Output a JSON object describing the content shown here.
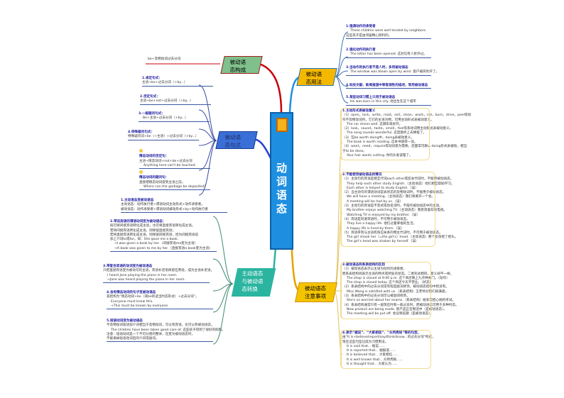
{
  "center": {
    "title": "动词语态",
    "icon": "book-icon"
  },
  "nodes": {
    "composition": {
      "label": "被动语态构成",
      "color": "#7fc08c",
      "detail": "be+及物动词过去分词"
    },
    "sentence": {
      "label": "被动语态句式",
      "color": "#3a6fd8"
    },
    "usage": {
      "label": "被动语态用法",
      "color": "#f5b800"
    },
    "notes": {
      "label": "被动语态注意事项",
      "color": "#f5c400"
    },
    "convert": {
      "label": "主动语态与被动语态转换",
      "color": "#2bb5a0"
    }
  },
  "sentence_items": [
    {
      "title": "1.肯定句式：",
      "lines": [
        "主语+be+过去分词（+by...）"
      ]
    },
    {
      "title": "2.否定句式：",
      "lines": [
        "主语+be+not+过去分词（+by...）"
      ]
    },
    {
      "title": "3.一般疑问句式：",
      "lines": [
        "Be+主语+过去分词（+by...）"
      ]
    },
    {
      "title": "4.特殊疑问句式：",
      "lines": [
        "特殊疑问词+be（+主语）+过去分词（+by...）"
      ]
    },
    {
      "title": "情态动词的否定句：",
      "lines": [
        "主语+情态动词+not+be+过去分词",
        "Anything here can't be touched."
      ]
    },
    {
      "title": "情态动词的疑问句：",
      "lines": [
        "直接把情态动词提到主语之前。",
        "Where can the garbage be deposited?"
      ]
    }
  ],
  "usage_items": [
    {
      "title": "1.强调动作的承受者",
      "lines": [
        "These children were well tended by neighbors.",
        "这些孩子是由邻居精心照料的。"
      ]
    },
    {
      "title": "2.强化动作的执行者",
      "lines": [
        "The letter has been opened. 这封信有人拆开过。"
      ]
    },
    {
      "title": "3.当动作的执行者不是人时，多用被动语态",
      "lines": [
        "The window was blown open by wind. 窗户被风吹开了。"
      ]
    },
    {
      "title": "4.科技文献、新闻报道中等客观性的描述，常用被动语态",
      "lines": []
    },
    {
      "title": "5.某些动词习惯上只用于被动语态",
      "lines": [
        "He was born in this city. 他出生在这个城市"
      ]
    }
  ],
  "notes_items": [
    {
      "title": "1.主动形式表被动意义",
      "lines": [
        "（1）open，lock，write，read，sell，clean，wash，cut，burn，drive，peel等动",
        "作不及物动词时，它们的主语为物，可用主动形式表被动意义。",
        "The car drives well. 这辆车很好开。",
        "（2）look，sound，taste，smell，feel等系动词用主动形式表被动意义。",
        "The song sounds wonderful. 这首歌听上去棒极了。",
        "（3）在be worth doing中，doing表被动意义。",
        "The book is worth reading. 这本书值得一读。",
        "（4）want，need，require等动词意为需要，后面常可跟v.-doing形式表被动，相当",
        "于to be done。",
        "Your hair wants cutting. 你的头发该理了。"
      ]
    },
    {
      "title": "2.不能使用被动语态的情况",
      "lines": [
        "（1）主动句的宾语是相互代词each other或反身代词时，不能转被动语态。",
        "They help each other study English.（主动语态）他们相互帮助学习。",
        "Each other is helped to study English.（误）",
        "（2）当主动句的谓语动词是表状态的及物动词时，不能用于被动语态。",
        "We will have a meeting.（主动语态）我们将要开一个会。",
        "A meeting will be had by us.（误）",
        "（3）主动句的宾语是不定式或动名词时，不能作被动语态中的主语。",
        "My brother enjoys watching TV.（主动语态）我弟弟喜欢看电视。",
        "Watching TV is enjoyed by my brother.（误）",
        "（4）宾语是同源宾语时，不可用于被动语态。",
        "They live a happy life. 他们过着幸福的生活。",
        "A happy life is lived by them.（误）",
        "（5）宾语带有与主语有照应关系的物主代词时，不可用于被动语态。",
        "The girl shook her（=the girl's）head.（主动语态）那个女孩摇了摇头。",
        "The girl's head was shaken by herself.（误）"
      ]
    },
    {
      "title": "3.被动语态和系表结构的区别",
      "lines": [
        "（1）被动语态表示以主语为动作的承受者，",
        "而系表结构则表示主语的特点或所处的状态。二者形式相同，意义却不一样。",
        "The shop is closed at 9:00 p.m. 这个商店晚上九点钟关门。（动作）",
        "The shop is closed today. 这个商店今天不营业。（状态）",
        "（2）系表结构中的过去分词常有程度副词修饰，被动语态结构中则没有。",
        "Miss Wang is satisfied with us.（系表结构）王老师对我们很满意。",
        "（3）系表结构中的过去分词可以被副词修饰。",
        "She's so worried about her exams.（系表结构）她非常担心她的考试。",
        "（4）系表结构通常只有一般现在时和一般过去时，而被动语态可用于多种时态。",
        "New product are being made. 新产品正在制造中（是被动语态）。",
        "The meeting will be put off. 会议将延期（是被动语态）。"
      ]
    },
    {
      "title": "4.表示“据说”、“大家相信”、“众所周知”等的句型，",
      "lines": [
        "由“It is+believe/report/say/think/know...的过去分词”构成，",
        "现在这些句型已成为习惯用法。",
        "It is said that... 据说......",
        "It is reported that... 据报道......",
        "It is believed that... 大家相信......",
        "It is well known that... 众所周知......",
        "It is thought that... 大家认为......"
      ]
    }
  ],
  "convert_items": [
    {
      "title": "1.主动语态变被动语态",
      "lines": [
        "主动语态：动作执行者+谓语动词主动形式+动作承受者。",
        "被动语态：动作承受者+谓语动词被动形式+by+动作执行者"
      ]
    },
    {
      "title": "2.带双宾语的谓语动词变为被动语态：",
      "lines": [
        "既可将间接宾语转化成主语，也可将直接宾语转化成主语。",
        "若将间接宾语转化成主语，则保留直接宾语；",
        "若将直接宾语转化成主语，则保留间接宾语，因为间接宾语前",
        "加上介词to或for。如：She gave me a book.",
        "→I was given a book by her.（间接宾语me变为主语）",
        "→A book was given to me by her.（直接宾语a book变为主语）"
      ]
    },
    {
      "title": "3.带复合宾语的动词变为被动语态",
      "lines": [
        "只把直接宾语变为被动句的主语，宾语补足语保留在原处，成为主语补足语。",
        "I heard Jane playing the piano in her room.",
        "→Jane was heard playing the piano in her room."
      ]
    },
    {
      "title": "4.含有情态动词的句子变被动语态",
      "lines": [
        "其结构为“情态动词+be（或be的适当时态形式）+过去分词”。",
        "Everyone must know this.",
        "→This must be known by everyone."
      ]
    },
    {
      "title": "5.短语动词变为被动语态",
      "lines": [
        "不及物动词短语加介词相当于及物动词，可以有宾语，也可以有被动语态。",
        "The children have been taken good care of. 这些孩子得到了很好的照料。",
        "注意：短语动词是一个不可分割的整体，在变为被动语态时，",
        "不能丢掉短语动词后的介词或副词。"
      ]
    }
  ]
}
